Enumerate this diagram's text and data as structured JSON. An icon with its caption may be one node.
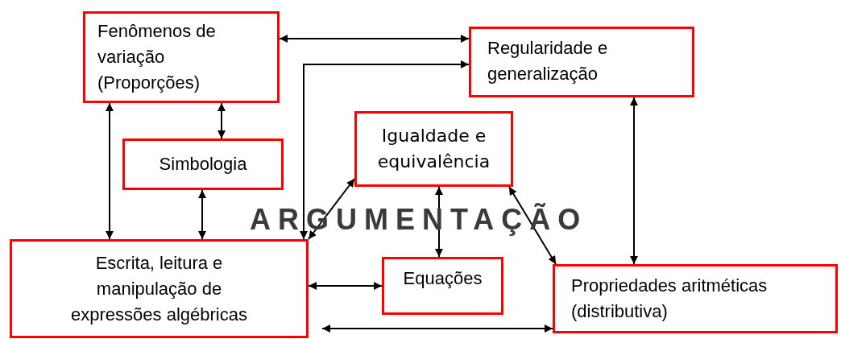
{
  "diagram": {
    "nodes": [
      {
        "text": [
          "Fenômenos de variação (Proporções)"
        ]
      },
      {
        "text": [
          "Regularidade e generalização"
        ]
      },
      {
        "text": [
          "Simbologia"
        ]
      },
      {
        "text": [
          "Igualdade e equivalência"
        ]
      },
      {
        "text": [
          "Escrita, leitura e manipulação de expressões algébricas"
        ]
      },
      {
        "text": [
          "Equações"
        ]
      },
      {
        "text": [
          "Propriedades aritméticas (distributiva)"
        ]
      }
    ],
    "edges": [
      {
        "from": 0,
        "to": 1,
        "arrow": "both"
      },
      {
        "from": 4,
        "to": 1,
        "arrow": "both"
      },
      {
        "from": 0,
        "to": 2,
        "arrow": "both"
      },
      {
        "from": 0,
        "to": 4,
        "arrow": "both"
      },
      {
        "from": 2,
        "to": 4,
        "arrow": "both"
      },
      {
        "from": 3,
        "to": 4,
        "arrow": "both"
      },
      {
        "from": 3,
        "to": 5,
        "arrow": "both"
      },
      {
        "from": 3,
        "to": 6,
        "arrow": "both"
      },
      {
        "from": 1,
        "to": 6,
        "arrow": "both"
      },
      {
        "from": 4,
        "to": 5,
        "arrow": "both"
      },
      {
        "from": 4,
        "to": 6,
        "arrow": "both"
      }
    ],
    "labels": [
      "ARGUMENTAÇÃO"
    ]
  }
}
